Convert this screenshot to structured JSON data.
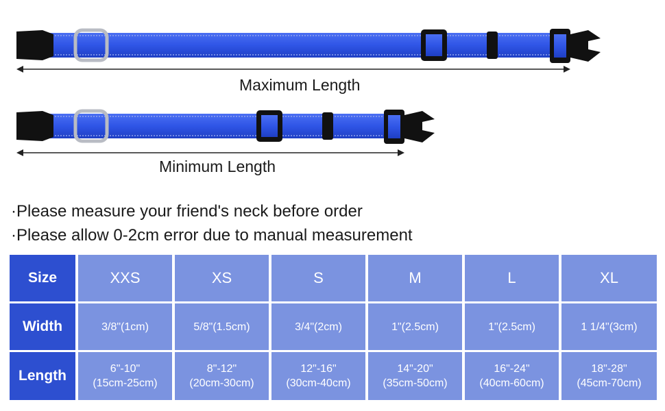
{
  "illustrations": {
    "max_label": "Maximum Length",
    "min_label": "Minimum Length"
  },
  "notes": [
    "·Please measure your friend's neck before order",
    "·Please allow 0-2cm error due to manual measurement"
  ],
  "colors": {
    "strap": "#2f55e6",
    "header_cell": "#2d4fd0",
    "value_cell": "#7b93e0",
    "buckle": "#111111"
  },
  "table": {
    "row_headers": [
      "Size",
      "Width",
      "Length"
    ],
    "sizes": [
      "XXS",
      "XS",
      "S",
      "M",
      "L",
      "XL"
    ],
    "widths": [
      "3/8\"(1cm)",
      "5/8\"(1.5cm)",
      "3/4\"(2cm)",
      "1\"(2.5cm)",
      "1\"(2.5cm)",
      "1 1/4\"(3cm)"
    ],
    "lengths": [
      {
        "in": "6\"-10\"",
        "cm": "(15cm-25cm)"
      },
      {
        "in": "8\"-12\"",
        "cm": "(20cm-30cm)"
      },
      {
        "in": "12\"-16\"",
        "cm": "(30cm-40cm)"
      },
      {
        "in": "14\"-20\"",
        "cm": "(35cm-50cm)"
      },
      {
        "in": "16\"-24\"",
        "cm": "(40cm-60cm)"
      },
      {
        "in": "18\"-28\"",
        "cm": "(45cm-70cm)"
      }
    ]
  }
}
